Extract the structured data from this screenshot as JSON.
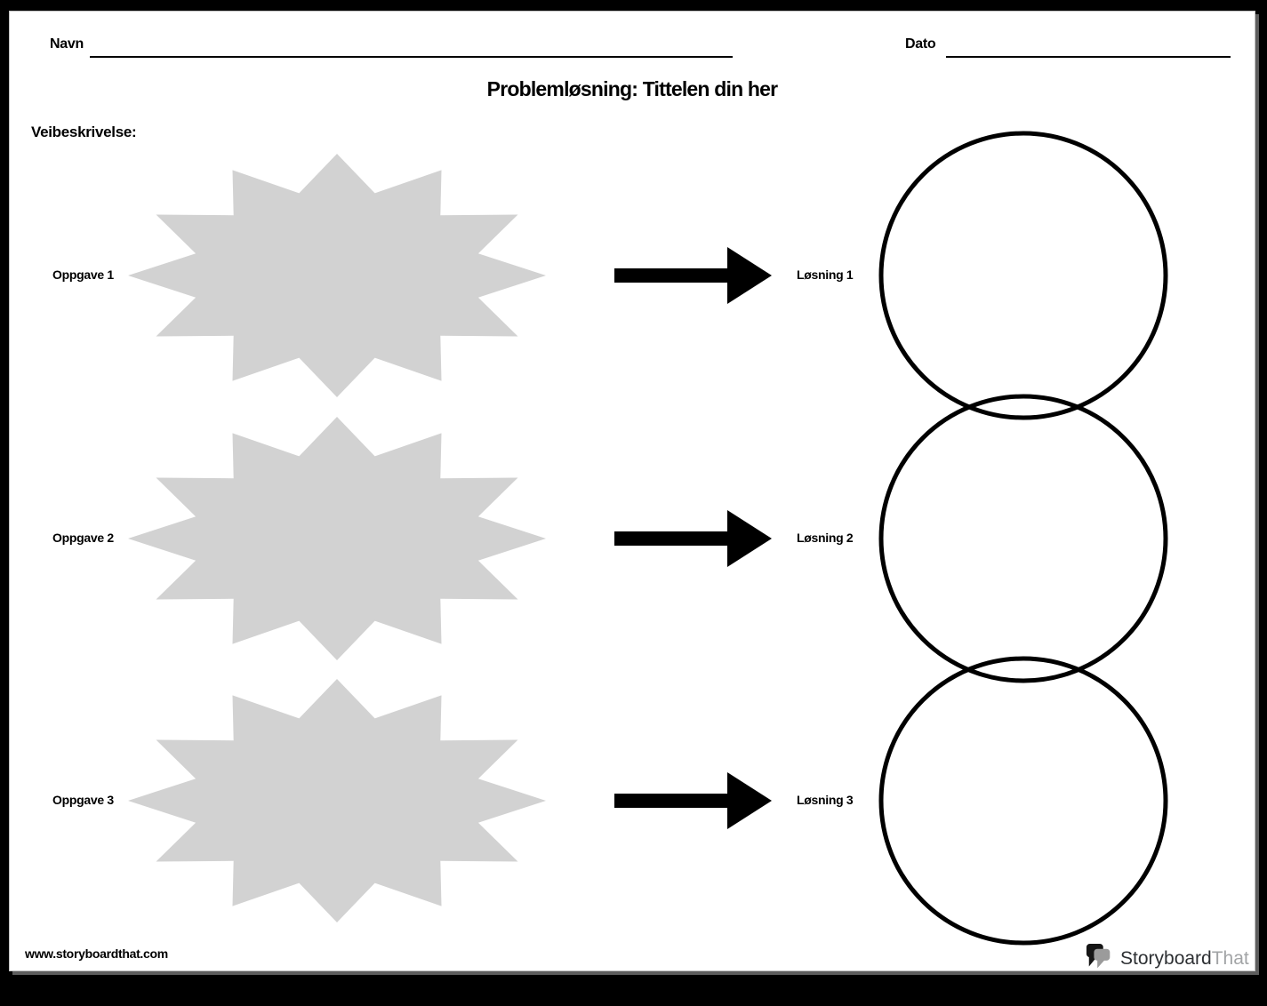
{
  "header": {
    "name_label": "Navn",
    "date_label": "Dato",
    "title": "Problemløsning: Tittelen din her",
    "directions_label": "Veibeskrivelse:"
  },
  "rows": [
    {
      "task_label": "Oppgave 1",
      "solution_label": "Løsning 1"
    },
    {
      "task_label": "Oppgave 2",
      "solution_label": "Løsning 2"
    },
    {
      "task_label": "Oppgave 3",
      "solution_label": "Løsning 3"
    }
  ],
  "footer": {
    "website": "www.storyboardthat.com",
    "logo": {
      "icon": "speech-bubbles-icon",
      "text_primary": "Storyboard",
      "text_secondary": "That"
    }
  },
  "colors": {
    "starburst_fill": "#d2d2d2",
    "ink": "#000000",
    "page_background": "#ffffff",
    "frame_background": "#000000",
    "circle_stroke": "#000000",
    "logo_text_primary": "#2d3033",
    "logo_text_secondary": "#a2a4a6",
    "logo_bubble_dark": "#151515",
    "logo_bubble_gray": "#9b9b9b"
  }
}
